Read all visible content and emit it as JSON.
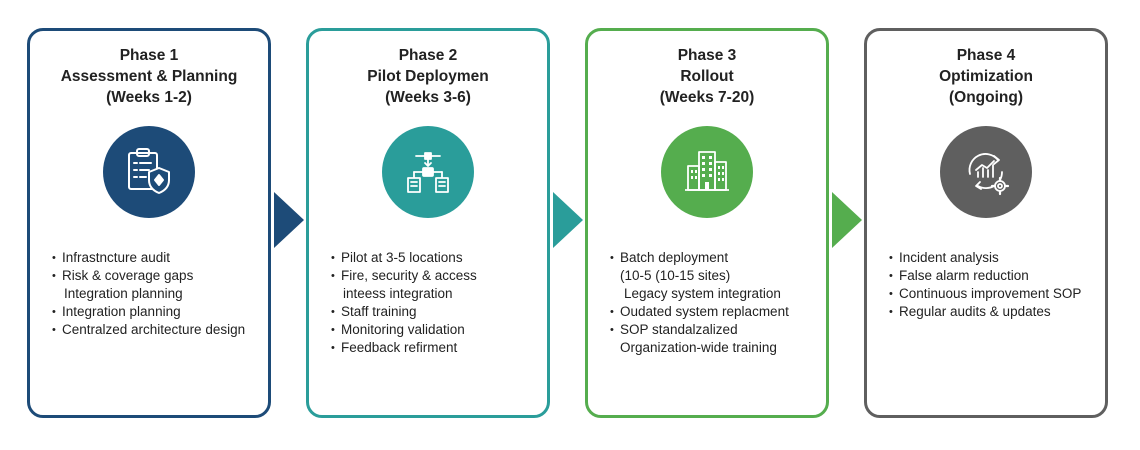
{
  "phases": [
    {
      "line1": "Phase 1",
      "line2": "Assessment & Planning",
      "line3": "(Weeks 1-2)",
      "color": "#1d4b78",
      "icon": "clipboard-shield-icon",
      "bullets": [
        {
          "text": "Infrastncture audit",
          "bullet": true
        },
        {
          "text": "Risk & coverage gaps",
          "bullet": true
        },
        {
          "text": "Integration planning",
          "bullet": false
        },
        {
          "text": "Integration planning",
          "bullet": true
        },
        {
          "text": "Centralzed architecture design",
          "bullet": true
        }
      ]
    },
    {
      "line1": "Phase 2",
      "line2": "Pilot Deploymen",
      "line3": "(Weeks 3-6)",
      "color": "#2a9d9a",
      "icon": "network-buildings-icon",
      "bullets": [
        {
          "text": "Pilot at 3-5 locations",
          "bullet": true
        },
        {
          "text": "Fire, security & access",
          "bullet": true
        },
        {
          "text": "inteess integration",
          "bullet": false
        },
        {
          "text": "Staff training",
          "bullet": true
        },
        {
          "text": "Monitoring validation",
          "bullet": true
        },
        {
          "text": "Feedback refirment",
          "bullet": true
        }
      ]
    },
    {
      "line1": "Phase 3",
      "line2": "Rollout",
      "line3": "(Weeks 7-20)",
      "color": "#55ad4e",
      "icon": "buildings-icon",
      "bullets": [
        {
          "text": "Batch deployment",
          "bullet": true
        },
        {
          "text": "(10-5 (10-15 sites)",
          "bullet": false
        },
        {
          "text": "Legacy system integration",
          "bullet": false
        },
        {
          "text": "Oudated system replacment",
          "bullet": true
        },
        {
          "text": "SOP standalzalized",
          "bullet": true
        },
        {
          "text": "Organization-wide training",
          "bullet": false
        }
      ]
    },
    {
      "line1": "Phase 4",
      "line2": "Optimization",
      "line3": "(Ongoing)",
      "color": "#5f5f5f",
      "icon": "chart-cycle-gear-icon",
      "bullets": [
        {
          "text": "Incident analysis",
          "bullet": true
        },
        {
          "text": "False alarm reduction",
          "bullet": true
        },
        {
          "text": "Continuous improvement SOP",
          "bullet": true
        },
        {
          "text": "Regular audits & updates",
          "bullet": true
        }
      ]
    }
  ],
  "arrow_colors": [
    "#1d4b78",
    "#2a9d9a",
    "#55ad4e"
  ]
}
